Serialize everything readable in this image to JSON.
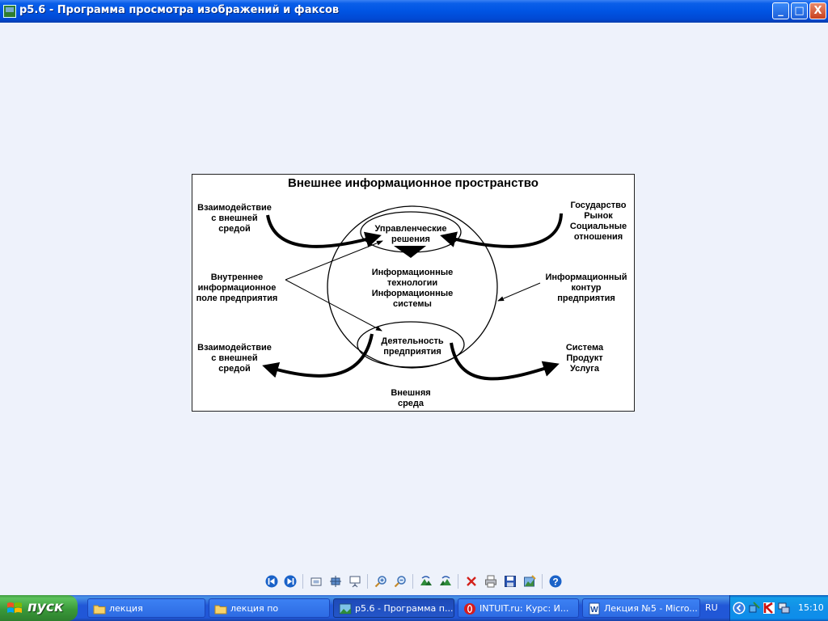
{
  "window": {
    "title": "p5.6 - Программа просмотра изображений и факсов",
    "buttons": {
      "minimize": "_",
      "maximize": "□",
      "close": "X"
    }
  },
  "diagram": {
    "title": "Внешнее информационное пространство",
    "top_left": [
      "Взаимодействие",
      "с внешней",
      "средой"
    ],
    "top_right": [
      "Государство",
      "Рынок",
      "Социальные",
      "отношения"
    ],
    "inner_top": [
      "Управленческие",
      "решения"
    ],
    "center": [
      "Информационные",
      "технологии",
      "Информационные",
      "системы"
    ],
    "left_mid": [
      "Внутреннее",
      "информационное",
      "поле предприятия"
    ],
    "right_mid": [
      "Информационный",
      "контур",
      "предприятия"
    ],
    "inner_bottom": [
      "Деятельность",
      "предприятия"
    ],
    "bottom_left": [
      "Взаимодействие",
      "с внешней",
      "средой"
    ],
    "bottom_right": [
      "Система",
      "Продукт",
      "Услуга"
    ],
    "bottom_center": [
      "Внешняя",
      "среда"
    ]
  },
  "toolbar": {
    "icons": [
      "previous-image-icon",
      "next-image-icon",
      "best-fit-icon",
      "actual-size-icon",
      "slideshow-icon",
      "zoom-in-icon",
      "zoom-out-icon",
      "rotate-clockwise-icon",
      "rotate-counterclockwise-icon",
      "delete-icon",
      "print-icon",
      "save-icon",
      "edit-icon",
      "help-icon"
    ]
  },
  "taskbar": {
    "start_label": "пуск",
    "tasks": [
      {
        "label": "лекция",
        "icon": "folder-icon"
      },
      {
        "label": "лекция по",
        "icon": "folder-icon"
      },
      {
        "label": "p5.6 - Программа п...",
        "icon": "image-viewer-icon"
      },
      {
        "label": "INTUIT.ru: Курс: И...",
        "icon": "opera-icon"
      },
      {
        "label": "Лекция №5 - Micro...",
        "icon": "word-icon"
      }
    ],
    "language": "RU",
    "clock": "15:10"
  },
  "colors": {
    "titlebar": "#0054e3",
    "taskbar": "#2157d7",
    "start": "#3a9a3a",
    "background": "#eef2fb"
  }
}
